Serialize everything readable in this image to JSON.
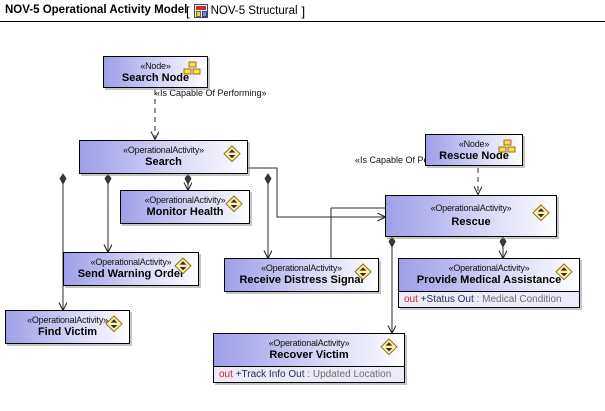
{
  "titlebar": {
    "title": "NOV-5 Operational Activity Model",
    "bracket_open": "[",
    "ref_label": "NOV-5 Structural",
    "bracket_close": "]",
    "ref_icon": "diagram-reference-icon"
  },
  "stereotypes": {
    "node": "«Node»",
    "operational_activity": "«OperationalActivity»",
    "is_capable_of_performing": "«Is Capable Of Performing»"
  },
  "colors": {
    "box_fill_start": "#9f9fe8",
    "box_fill_end": "#ffffff",
    "attr_fill": "#eceaf8",
    "border": "#000000",
    "icon_yellow": "#ffef9f",
    "attr_keyword": "#c03020",
    "attr_name": "#1d2a55",
    "attr_type": "#6d6d6d"
  },
  "nodes": [
    {
      "id": "search-node",
      "stereotype": "«Node»",
      "name": "Search Node",
      "icon": "node-icon"
    },
    {
      "id": "rescue-node",
      "stereotype": "«Node»",
      "name": "Rescue Node",
      "icon": "node-icon"
    }
  ],
  "activities": [
    {
      "id": "search",
      "stereotype": "«OperationalActivity»",
      "name": "Search",
      "icon": "operational-activity-icon"
    },
    {
      "id": "monitor-health",
      "stereotype": "«OperationalActivity»",
      "name": "Monitor Health",
      "icon": "operational-activity-icon"
    },
    {
      "id": "send-warning-order",
      "stereotype": "«OperationalActivity»",
      "name": "Send Warning Order",
      "icon": "operational-activity-icon"
    },
    {
      "id": "find-victim",
      "stereotype": "«OperationalActivity»",
      "name": "Find Victim",
      "icon": "operational-activity-icon"
    },
    {
      "id": "receive-distress-signal",
      "stereotype": "«OperationalActivity»",
      "name": "Receive Distress Signal",
      "icon": "operational-activity-icon"
    },
    {
      "id": "rescue",
      "stereotype": "«OperationalActivity»",
      "name": "Rescue",
      "icon": "operational-activity-icon"
    },
    {
      "id": "provide-medical-assistance",
      "stereotype": "«OperationalActivity»",
      "name": "Provide Medical Assistance",
      "icon": "operational-activity-icon",
      "attribute": {
        "direction": "out",
        "name": "+Status Out",
        "separator": ":",
        "type": "Medical Condition"
      }
    },
    {
      "id": "recover-victim",
      "stereotype": "«OperationalActivity»",
      "name": "Recover Victim",
      "icon": "operational-activity-icon",
      "attribute": {
        "direction": "out",
        "name": "+Track Info Out",
        "separator": ":",
        "type": "Updated Location"
      }
    }
  ],
  "edge_labels": {
    "search_capable": "«Is Capable Of Performing»",
    "rescue_capable": "«Is Capable Of Performing»"
  }
}
